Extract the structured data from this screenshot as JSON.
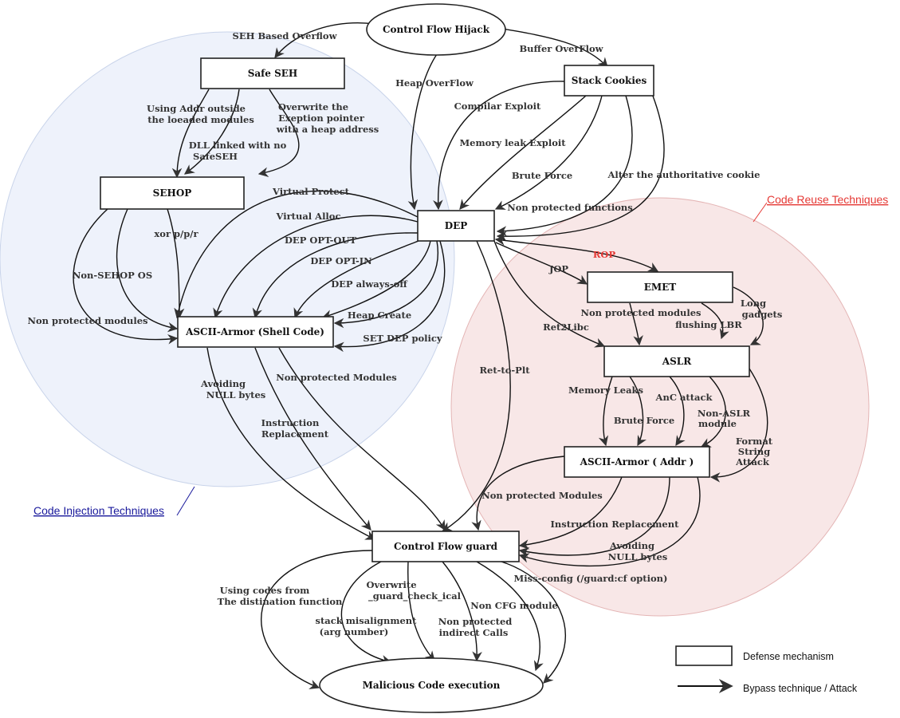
{
  "regions": {
    "code_injection": {
      "label": "Code Injection Techniques",
      "color": "#1a1a9c"
    },
    "code_reuse": {
      "label": "Code Reuse Techniques",
      "color": "#e53935"
    }
  },
  "nodes": {
    "control_flow_hijack": "Control Flow Hijack",
    "safe_seh": "Safe SEH",
    "stack_cookies": "Stack Cookies",
    "sehop": "SEHOP",
    "dep": "DEP",
    "emet": "EMET",
    "ascii_armor_shell": "ASCII-Armor (Shell Code)",
    "aslr": "ASLR",
    "ascii_armor_addr": "ASCII-Armor ( Addr )",
    "control_flow_guard": "Control Flow guard",
    "malicious_code": "Malicious Code execution"
  },
  "edges": {
    "seh_based_overflow": "SEH Based Overflow",
    "buffer_overflow": "Buffer OverFlow",
    "heap_overflow": "Heap OverFlow",
    "addr_outside_1": "Using Addr outside",
    "addr_outside_2": "the loeaded modules",
    "overwrite_exc_1": "Overwrite  the",
    "overwrite_exc_2": "Exeption pointer",
    "overwrite_exc_3": "with a heap address",
    "dll_linked_1": "DLL linked with no",
    "dll_linked_2": "SafeSEH",
    "compilar_exploit": "Compilar Exploit",
    "memory_leak_exploit": "Memory leak Exploit",
    "brute_force_dep": "Brute Force",
    "alter_cookie": "Alter the authoritative cookie",
    "non_protected_functions": "Non protected functions",
    "virtual_protect": "Virtual Protect",
    "virtual_alloc": "Virtual Alloc",
    "xor_ppr": "xor p/p/r",
    "dep_opt_out": "DEP OPT-OUT",
    "dep_opt_in": "DEP OPT-IN",
    "non_sehop_os": "Non-SEHOP OS",
    "dep_always_off": "DEP always-off",
    "heap_create": "Heap Create",
    "set_dep_policy": "SET DEP policy",
    "non_protected_modules_sehop": "Non protected modules",
    "rop": "ROP",
    "jop": "JOP",
    "non_protected_modules_emet": "Non protected modules",
    "long_gadgets_1": "Long",
    "long_gadgets_2": "gadgets",
    "flushing_lbr": "flushing LBR",
    "ret2libc": "Ret2Libc",
    "avoiding_null_1": "Avoiding",
    "avoiding_null_2": "NULL bytes",
    "non_protected_modules_shell": "Non protected Modules",
    "instruction_replacement_1": "Instruction",
    "instruction_replacement_2": "Replacement",
    "ret_to_plt": "Ret-to-Plt",
    "memory_leaks": "Memory Leaks",
    "anc_attack": "AnC attack",
    "brute_force_aslr": "Brute Force",
    "non_aslr_1": "Non-ASLR",
    "non_aslr_2": "module",
    "format_string_1": "Format",
    "format_string_2": "String",
    "format_string_3": "Attack",
    "non_protected_modules_addr": "Non protected Modules",
    "instruction_replacement_addr": "Instruction Replacement",
    "avoiding_null_addr_1": "Avoiding",
    "avoiding_null_addr_2": "NULL bytes",
    "miss_config": "Miss-config (/guard:cf option)",
    "using_codes_1": "Using codes from",
    "using_codes_2": "The distination function",
    "overwrite_guard_1": "Overwrite",
    "overwrite_guard_2": "_guard_check_ical",
    "stack_misalign_1": "stack misalignment",
    "stack_misalign_2": "(arg number)",
    "non_protected_calls_1": "Non protected",
    "non_protected_calls_2": "indirect Calls",
    "non_cfg_module": "Non CFG module"
  },
  "legend": {
    "defense": "Defense mechanism",
    "bypass": "Bypass technique / Attack"
  }
}
